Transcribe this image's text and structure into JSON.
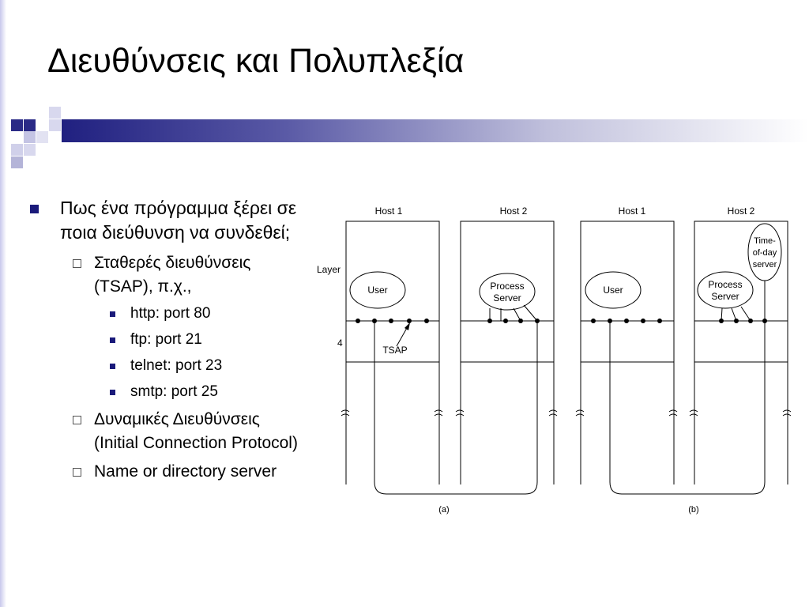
{
  "slide": {
    "title": "Διευθύνσεις και Πολυπλεξία"
  },
  "bullets": {
    "main": "Πως ένα πρόγραμμα ξέρει σε ποια διεύθυνση να συνδεθεί;",
    "static": "Σταθερές διευθύνσεις (TSAP), π.χ.,",
    "ports": [
      "http: port 80",
      "ftp: port 21",
      "telnet: port 23",
      "smtp: port 25"
    ],
    "dynamic": "Δυναμικές Διευθύνσεις (Initial Connection Protocol)",
    "directory": "Name or directory server"
  },
  "figure": {
    "host1": "Host 1",
    "host2": "Host 2",
    "layer": "Layer",
    "layer_num": "4",
    "user": "User",
    "process": "Process",
    "server": "Server",
    "tsap": "TSAP",
    "tod1": "Time-",
    "tod2": "of-day",
    "tod3": "server",
    "caption_a": "(a)",
    "caption_b": "(b)"
  },
  "colors": {
    "accent": "#1a1a7a",
    "bar_dark": "#202080"
  }
}
